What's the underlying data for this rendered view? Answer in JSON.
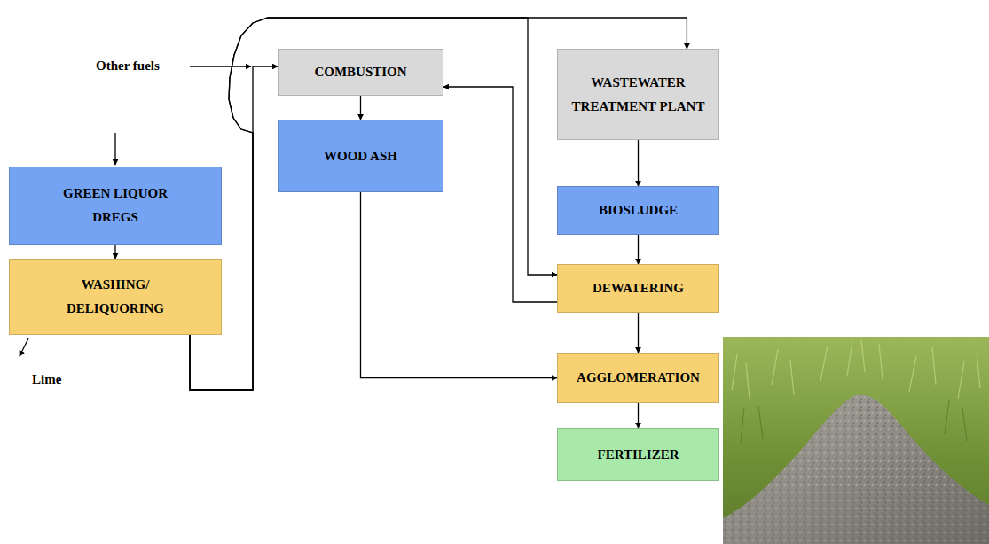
{
  "diagram": {
    "nodes": [
      {
        "text": [
          "COMBUSTION"
        ]
      },
      {
        "text": [
          "WASTEWATER TREATMENT PLANT"
        ]
      },
      {
        "text": [
          "GREEN LIQUOR DREGS"
        ]
      },
      {
        "text": [
          "WOOD ASH"
        ]
      },
      {
        "text": [
          "BIOSLUDGE"
        ]
      },
      {
        "text": [
          "DEWATERING"
        ]
      },
      {
        "text": [
          "WASHING/ DELIQUORING"
        ]
      },
      {
        "text": [
          "AGGLOMERATION"
        ]
      },
      {
        "text": [
          "FERTILIZER"
        ]
      }
    ],
    "edges": [
      {
        "from": 0,
        "to": 3,
        "arrow": "to"
      },
      {
        "from": 1,
        "to": 4,
        "arrow": "to"
      },
      {
        "from": 2,
        "to": 6,
        "arrow": "to"
      },
      {
        "from": 6,
        "to": 0,
        "arrow": "to"
      },
      {
        "from": 6,
        "to": 1,
        "arrow": "to"
      },
      {
        "from": 6,
        "to": 5,
        "arrow": "to"
      },
      {
        "from": 4,
        "to": 5,
        "arrow": "to"
      },
      {
        "from": 5,
        "to": 0,
        "arrow": "to"
      },
      {
        "from": 5,
        "to": 7,
        "arrow": "to"
      },
      {
        "from": 3,
        "to": 7,
        "arrow": "to"
      },
      {
        "from": 7,
        "to": 8,
        "arrow": "to"
      }
    ],
    "labels": [
      "Other fuels",
      "Lime"
    ]
  }
}
